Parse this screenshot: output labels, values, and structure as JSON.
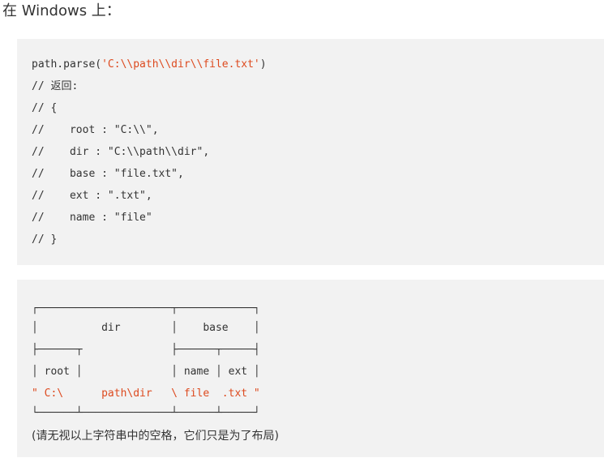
{
  "heading": "在 Windows 上：",
  "code": {
    "call_prefix": "path.parse(",
    "call_arg": "'C:\\\\path\\\\dir\\\\file.txt'",
    "call_suffix": ")",
    "comment_lines": [
      "// 返回:",
      "// {",
      "//    root : \"C:\\\\\",",
      "//    dir : \"C:\\\\path\\\\dir\",",
      "//    base : \"file.txt\",",
      "//    ext : \".txt\",",
      "//    name : \"file\"",
      "// }"
    ]
  },
  "diagram": {
    "lines": [
      "┌─────────────────────┬────────────┐",
      "│          dir        │    base    │",
      "├──────┬              ├──────┬─────┤",
      "│ root │              │ name │ ext │"
    ],
    "path_line": "\" C:\\      path\\dir   \\ file  .txt \"",
    "bottom_line": "└──────┴──────────────┴──────┴─────┘",
    "note": "(请无视以上字符串中的空格，它们只是为了布局)"
  }
}
